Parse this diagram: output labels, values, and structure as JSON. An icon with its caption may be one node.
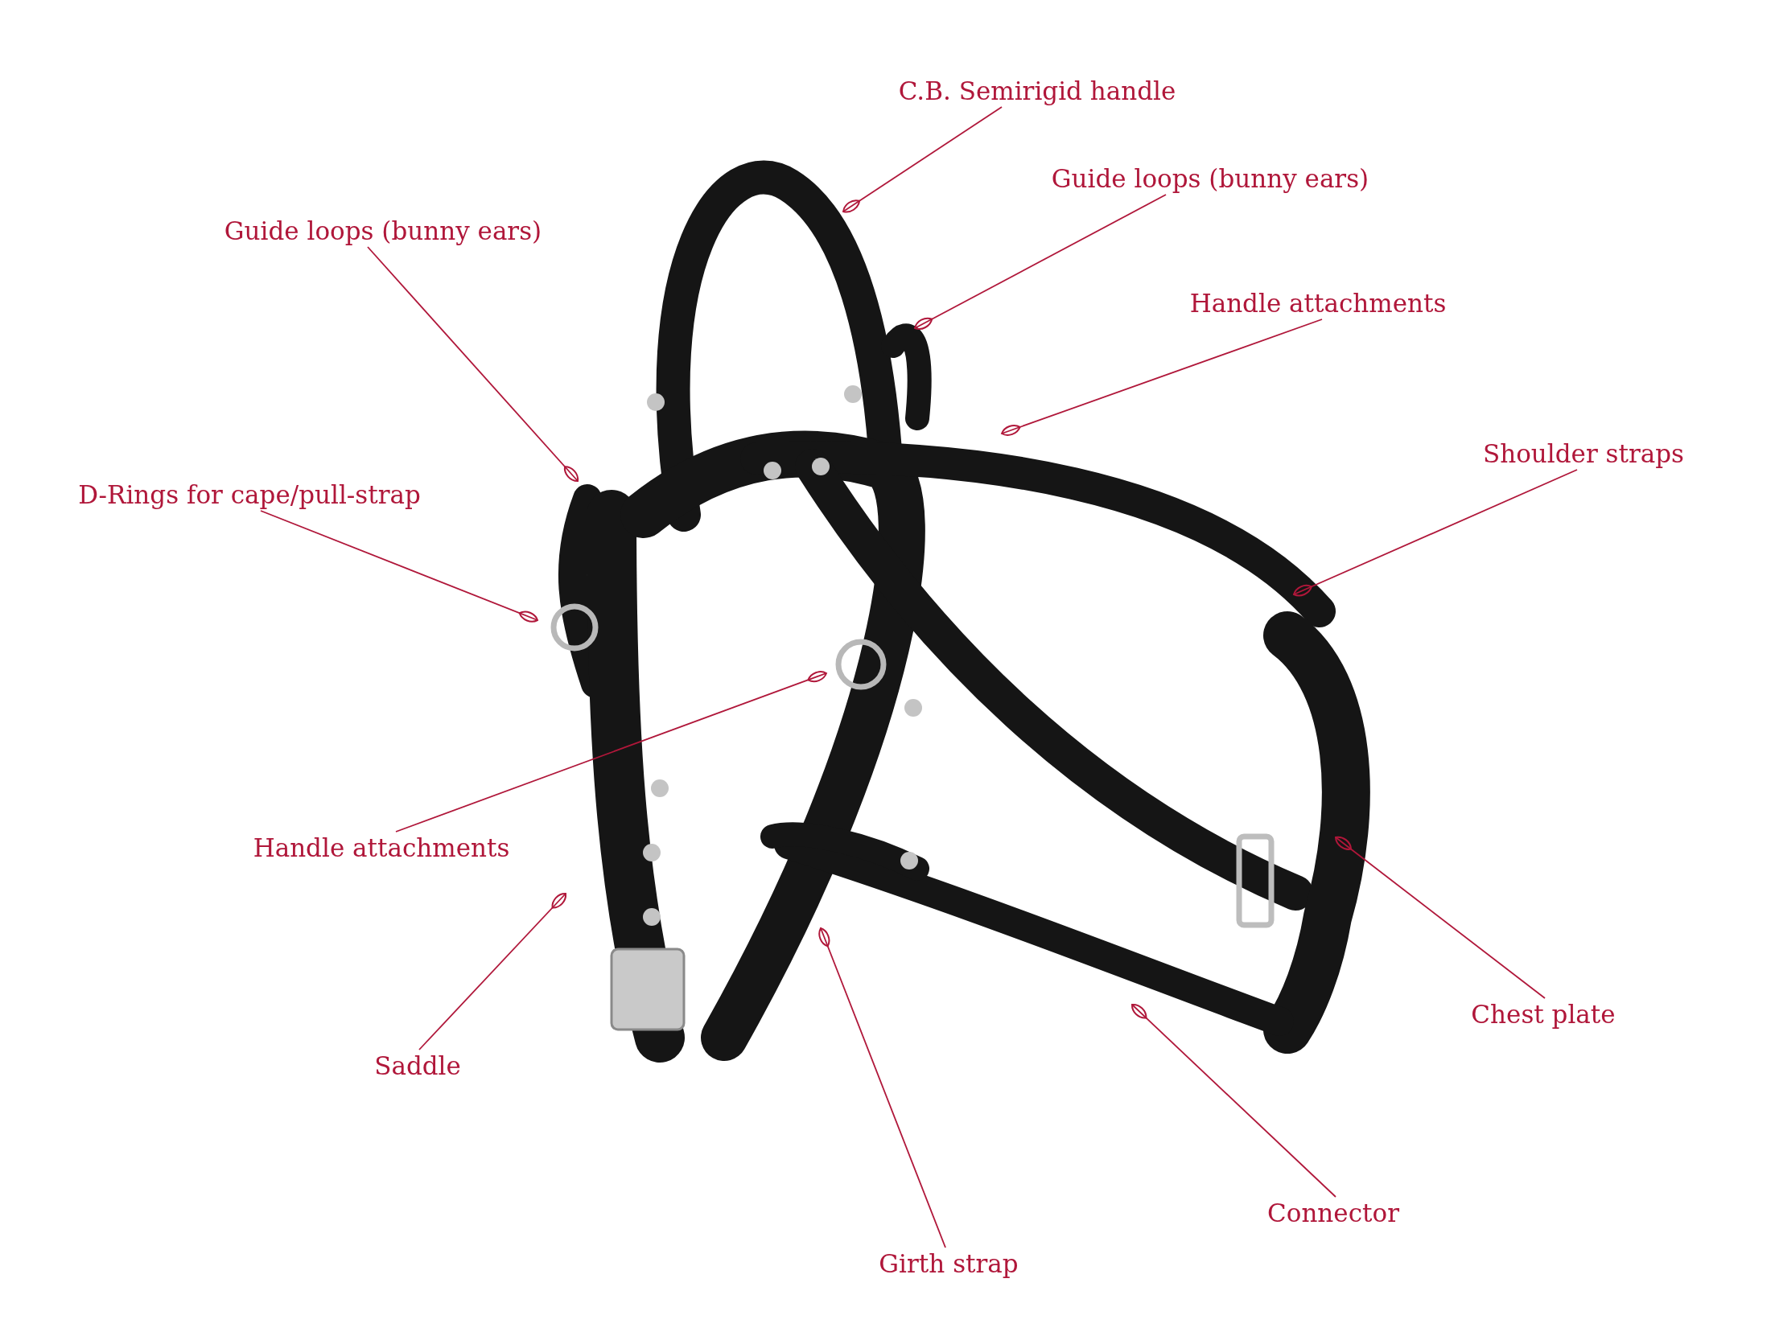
{
  "diagram": {
    "nodes": [
      {
        "text": [
          "C.B. Semirigid handle"
        ]
      },
      {
        "text": [
          "Guide loops (bunny ears)"
        ]
      },
      {
        "text": [
          "Guide loops (bunny ears)"
        ]
      },
      {
        "text": [
          "Handle attachments"
        ]
      },
      {
        "text": [
          "Shoulder straps"
        ]
      },
      {
        "text": [
          "D-Rings for cape/pull-strap"
        ]
      },
      {
        "text": [
          "Handle attachments"
        ]
      },
      {
        "text": [
          "Saddle"
        ]
      },
      {
        "text": [
          "Girth strap"
        ]
      },
      {
        "text": [
          "Connector"
        ]
      },
      {
        "text": [
          "Chest plate"
        ]
      }
    ],
    "edges": [
      {
        "from": 0,
        "to": null,
        "arrow": "other"
      },
      {
        "from": 1,
        "to": null,
        "arrow": "other"
      },
      {
        "from": 2,
        "to": null,
        "arrow": "other"
      },
      {
        "from": 3,
        "to": null,
        "arrow": "other"
      },
      {
        "from": 4,
        "to": null,
        "arrow": "other"
      },
      {
        "from": 5,
        "to": null,
        "arrow": "other"
      },
      {
        "from": 6,
        "to": null,
        "arrow": "other"
      },
      {
        "from": 7,
        "to": null,
        "arrow": "other"
      },
      {
        "from": 8,
        "to": null,
        "arrow": "other"
      },
      {
        "from": 9,
        "to": null,
        "arrow": "other"
      },
      {
        "from": 10,
        "to": null,
        "arrow": "other"
      }
    ]
  }
}
